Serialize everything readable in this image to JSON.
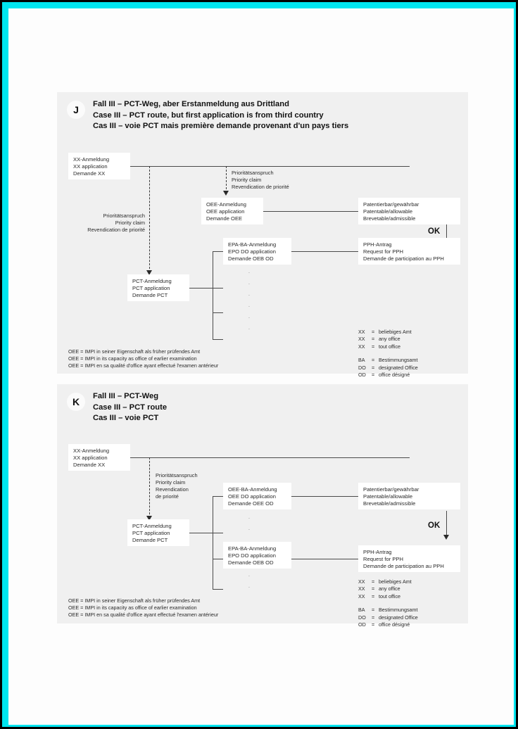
{
  "document": {
    "frame_color": "#00e5f0",
    "page_color": "#fdfdfd",
    "panel_color": "#f0f0f0"
  },
  "panels": [
    {
      "badge": "J",
      "title_de": "Fall III – PCT-Weg, aber Erstanmeldung aus Drittland",
      "title_en": "Case III – PCT route, but first application is from third country",
      "title_fr": "Cas III – voie PCT mais première demande provenant d'un pays tiers",
      "nodes": {
        "xx_application": "XX-Anmeldung\nXX application\nDemande XX",
        "oee_application": "OEE-Anmeldung\nOEE application\nDemande OEE",
        "pct_application": "PCT-Anmeldung\nPCT application\nDemande PCT",
        "epo_do_application": "EPA-BA-Anmeldung\nEPO DO application\nDemande OEB OD",
        "patentable": "Patentierbar/gewährbar\nPatentable/allowable\nBrevetable/admissible",
        "pph_request": "PPH-Antrag\nRequest for PPH\nDemande de participation au PPH"
      },
      "captions": {
        "priority_to_oee": "Prioritätsanspruch\nPriority claim\nRevendication de priorité",
        "priority_to_pct": "Prioritätsanspruch\nPriority claim\nRevendication de priorité"
      },
      "ok_label": "OK",
      "footnote": "OEE = IMPI in seiner Eigenschaft als früher prüfendes Amt\nOEE = IMPI in its capacity as office of earlier examination\nOEE = IMPI en sa qualité d'office ayant effectué l'examen antérieur",
      "abbreviations": [
        {
          "key": "XX",
          "eq": "=",
          "value": "beliebiges Amt"
        },
        {
          "key": "XX",
          "eq": "=",
          "value": "any office"
        },
        {
          "key": "XX",
          "eq": "=",
          "value": "tout office"
        },
        {
          "key": "BA",
          "eq": "=",
          "value": "Bestimmungsamt"
        },
        {
          "key": "DO",
          "eq": "=",
          "value": "designated Office"
        },
        {
          "key": "OD",
          "eq": "=",
          "value": "office désigné"
        }
      ]
    },
    {
      "badge": "K",
      "title_de": "Fall III – PCT-Weg",
      "title_en": "Case III – PCT route",
      "title_fr": "Cas III – voie PCT",
      "nodes": {
        "xx_application": "XX-Anmeldung\nXX application\nDemande XX",
        "pct_application": "PCT-Anmeldung\nPCT application\nDemande PCT",
        "oee_do_application": "OEE-BA-Anmeldung\nOEE DO application\nDemande OEE OD",
        "epo_do_application": "EPA-BA-Anmeldung\nEPO DO application\nDemande OEB OD",
        "patentable": "Patentierbar/gewährbar\nPatentable/allowable\nBrevetable/admissible",
        "pph_request": "PPH-Antrag\nRequest for PPH\nDemande de participation au PPH"
      },
      "captions": {
        "priority_to_pct": "Prioritätsanspruch\nPriority claim\nRevendication\nde priorité"
      },
      "ok_label": "OK",
      "footnote": "OEE = IMPI in seiner Eigenschaft als früher prüfendes Amt\nOEE = IMPI in its capacity as office of earlier examination\nOEE = IMPI en sa qualité d'office ayant effectué l'examen antérieur",
      "abbreviations": [
        {
          "key": "XX",
          "eq": "=",
          "value": "beliebiges Amt"
        },
        {
          "key": "XX",
          "eq": "=",
          "value": "any office"
        },
        {
          "key": "XX",
          "eq": "=",
          "value": "tout office"
        },
        {
          "key": "BA",
          "eq": "=",
          "value": "Bestimmungsamt"
        },
        {
          "key": "DO",
          "eq": "=",
          "value": "designated Office"
        },
        {
          "key": "OD",
          "eq": "=",
          "value": "office désigné"
        }
      ]
    }
  ],
  "ellipsis": {
    "j_column": "·\n·\n·\n·\n·\n·",
    "k_top": "·\n·",
    "k_bottom": "·\n·"
  }
}
